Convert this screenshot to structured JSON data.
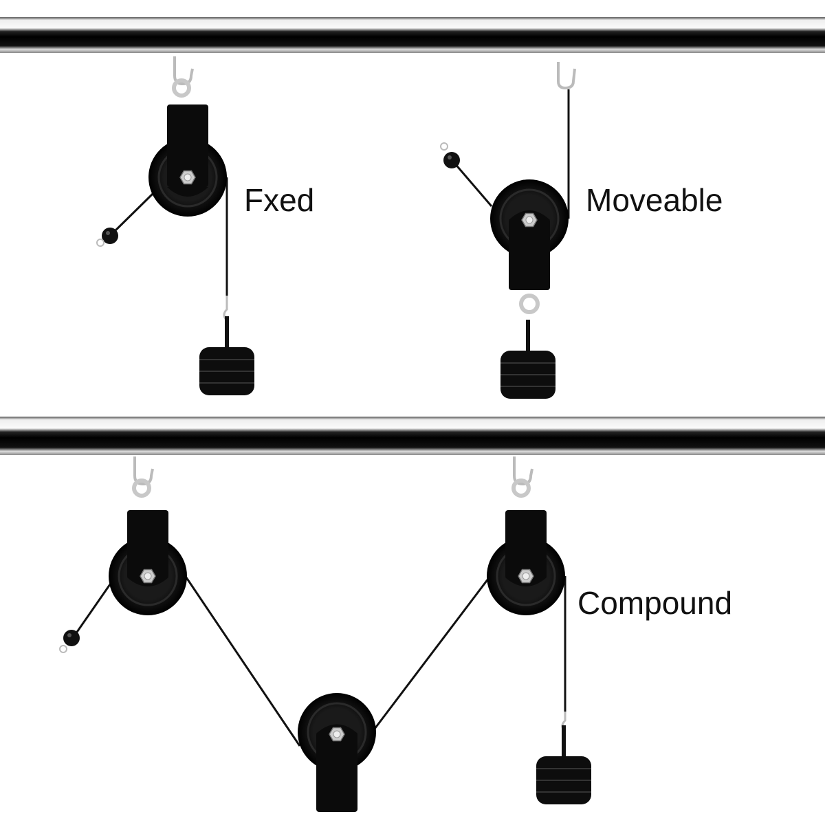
{
  "labels": {
    "fixed": "Fxed",
    "moveable": "Moveable",
    "compound": "Compound"
  },
  "colors": {
    "pulley": "#111111",
    "metal": "#c8c8c8",
    "bar_dark": "#050505",
    "background": "#ffffff"
  }
}
